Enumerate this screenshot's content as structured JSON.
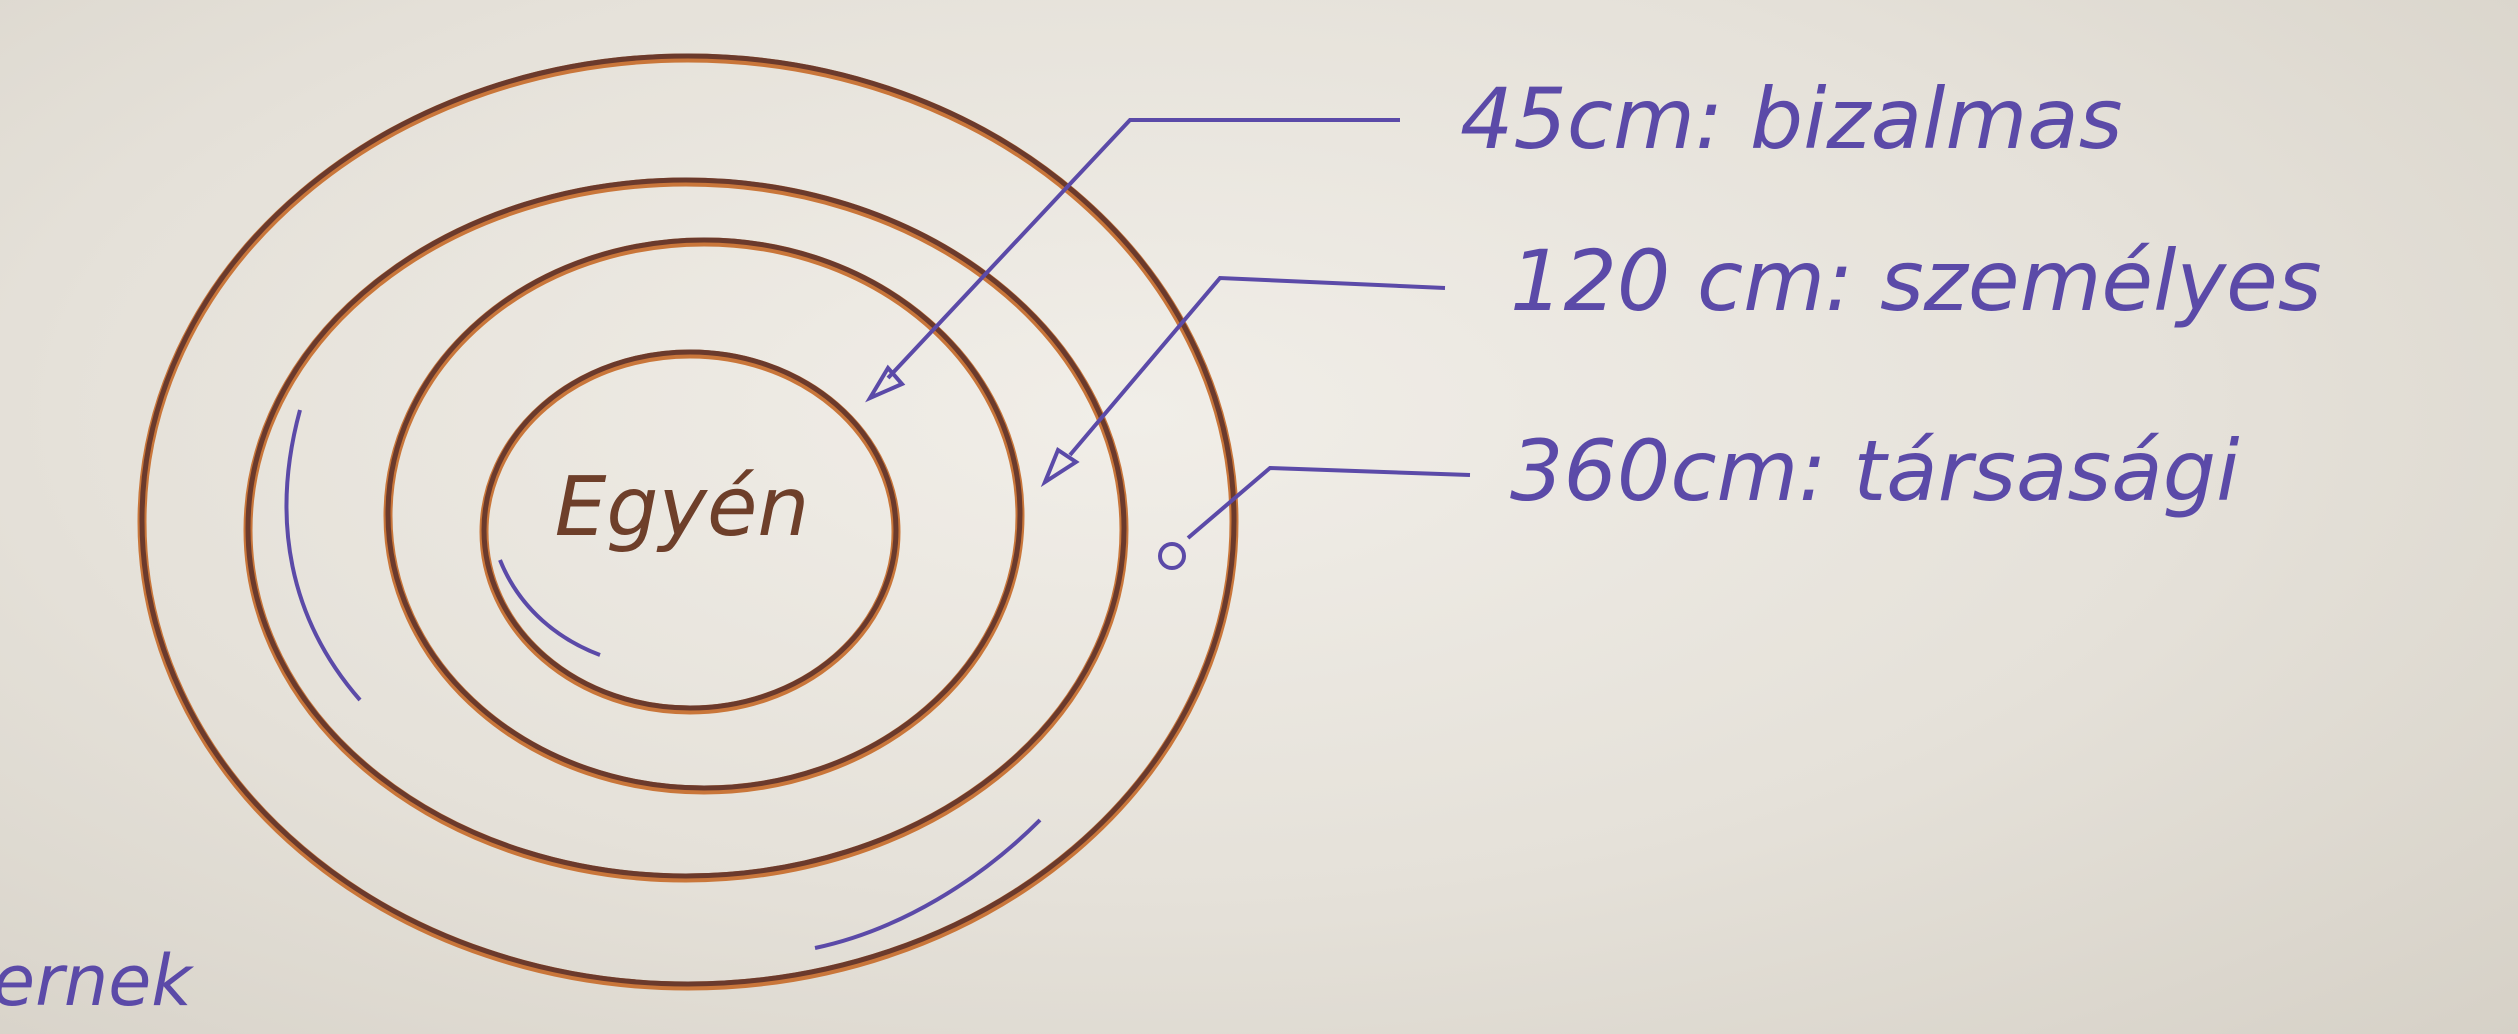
{
  "center_label": "Egyén",
  "zones": [
    {
      "distance": "45 cm",
      "name": "bizalmas",
      "text": "45cm: bizalmas"
    },
    {
      "distance": "120 cm",
      "name": "személyes",
      "text": "120 cm: személyes"
    },
    {
      "distance": "360 cm",
      "name": "társasági",
      "text": "360cm: társasági"
    }
  ],
  "corner_fragment": "ernek",
  "colors": {
    "paper": "#e6e2da",
    "ring_brown": "#6b3a2c",
    "ring_orange": "#c9763a",
    "ink_purple": "#5b4aa8",
    "center_text": "#6e3f2a"
  }
}
